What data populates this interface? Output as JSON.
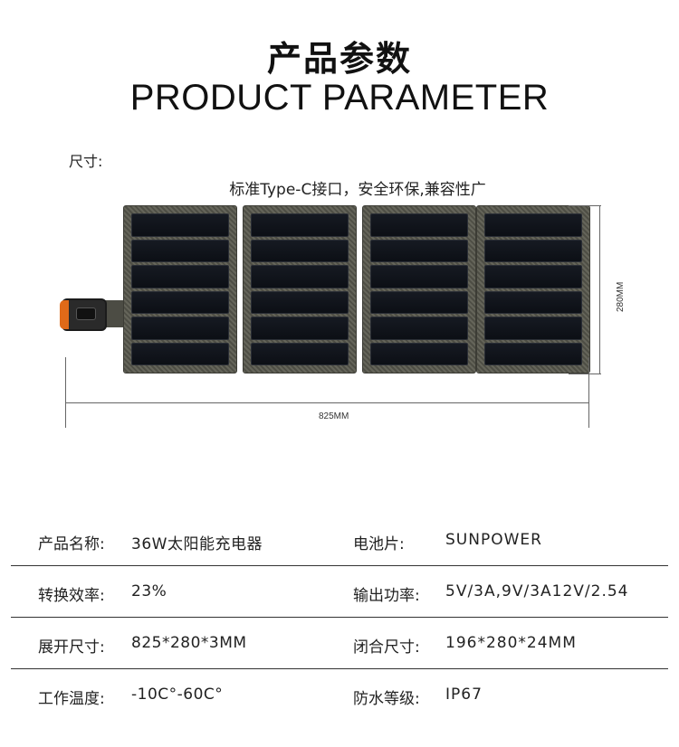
{
  "header": {
    "title_cn": "产品参数",
    "title_en": "PRODUCT PARAMETER"
  },
  "diagram": {
    "size_label": "尺寸:",
    "feature_text": "标准Type-C接口，安全环保,兼容性广",
    "width_label": "825MM",
    "height_label": "280MM",
    "panel_count": 4,
    "cells_per_panel": 6
  },
  "specs": [
    {
      "label_left": "产品名称:",
      "value_left": "36W太阳能充电器",
      "label_right": "电池片:",
      "value_right": "SUNPOWER"
    },
    {
      "label_left": "转换效率:",
      "value_left": "23%",
      "label_right": "输出功率:",
      "value_right": "5V/3A,9V/3A12V/2.54"
    },
    {
      "label_left": "展开尺寸:",
      "value_left": "825*280*3MM",
      "label_right": "闭合尺寸:",
      "value_right": "196*280*24MM"
    },
    {
      "label_left": "工作温度:",
      "value_left": "-10C°-60C°",
      "label_right": "防水等级:",
      "value_right": "IP67"
    }
  ],
  "colors": {
    "usb_accent": "#e06a18",
    "cover": "#5a5a50",
    "cell": "#11141b"
  }
}
